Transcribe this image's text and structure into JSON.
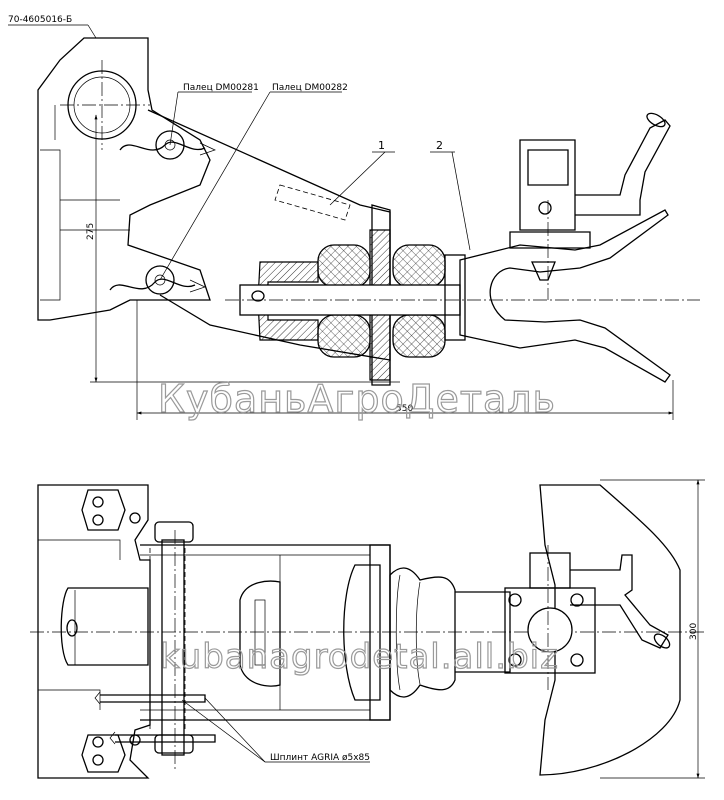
{
  "title_code": "70-4605016-Б",
  "callouts": {
    "pin1": "Палец DM00281",
    "pin2": "Палец DM00282",
    "item1": "1",
    "item2": "2",
    "cotter": "Шплинт AGRIA  ø5х85"
  },
  "dimensions": {
    "height": "275",
    "length": "550",
    "width": "300"
  },
  "watermarks": {
    "top": "КубаньАгроДеталь",
    "bottom": "kubanagrodetal.all.biz"
  }
}
